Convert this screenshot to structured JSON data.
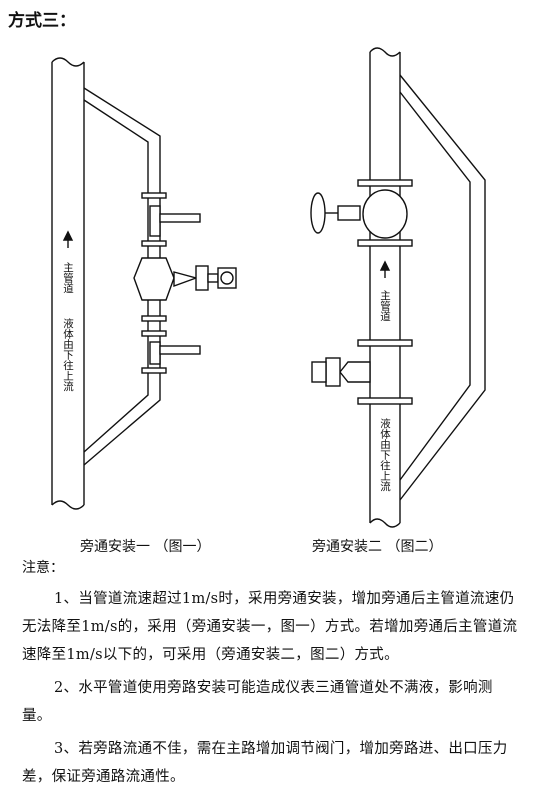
{
  "heading": "方式三：",
  "figure1": {
    "caption": "旁通安装一 （图一）",
    "label_pipe": "主管道",
    "label_flow": "液体由下往上流"
  },
  "figure2": {
    "caption": "旁通安装二 （图二）",
    "label_pipe": "主管道",
    "label_flow": "液体由下往上流"
  },
  "notice_title": "注意：",
  "notes": [
    "1、当管道流速超过1m/s时，采用旁通安装，增加旁通后主管道流速仍无法降至1m/s的，采用（旁通安装一，图一）方式。若增加旁通后主管道流速降至1m/s以下的，可采用（旁通安装二，图二）方式。",
    "2、水平管道使用旁路安装可能造成仪表三通管道处不满液，影响测量。",
    "3、若旁路流通不佳，需在主路增加调节阀门，增加旁路进、出口压力差，保证旁通路流通性。"
  ]
}
